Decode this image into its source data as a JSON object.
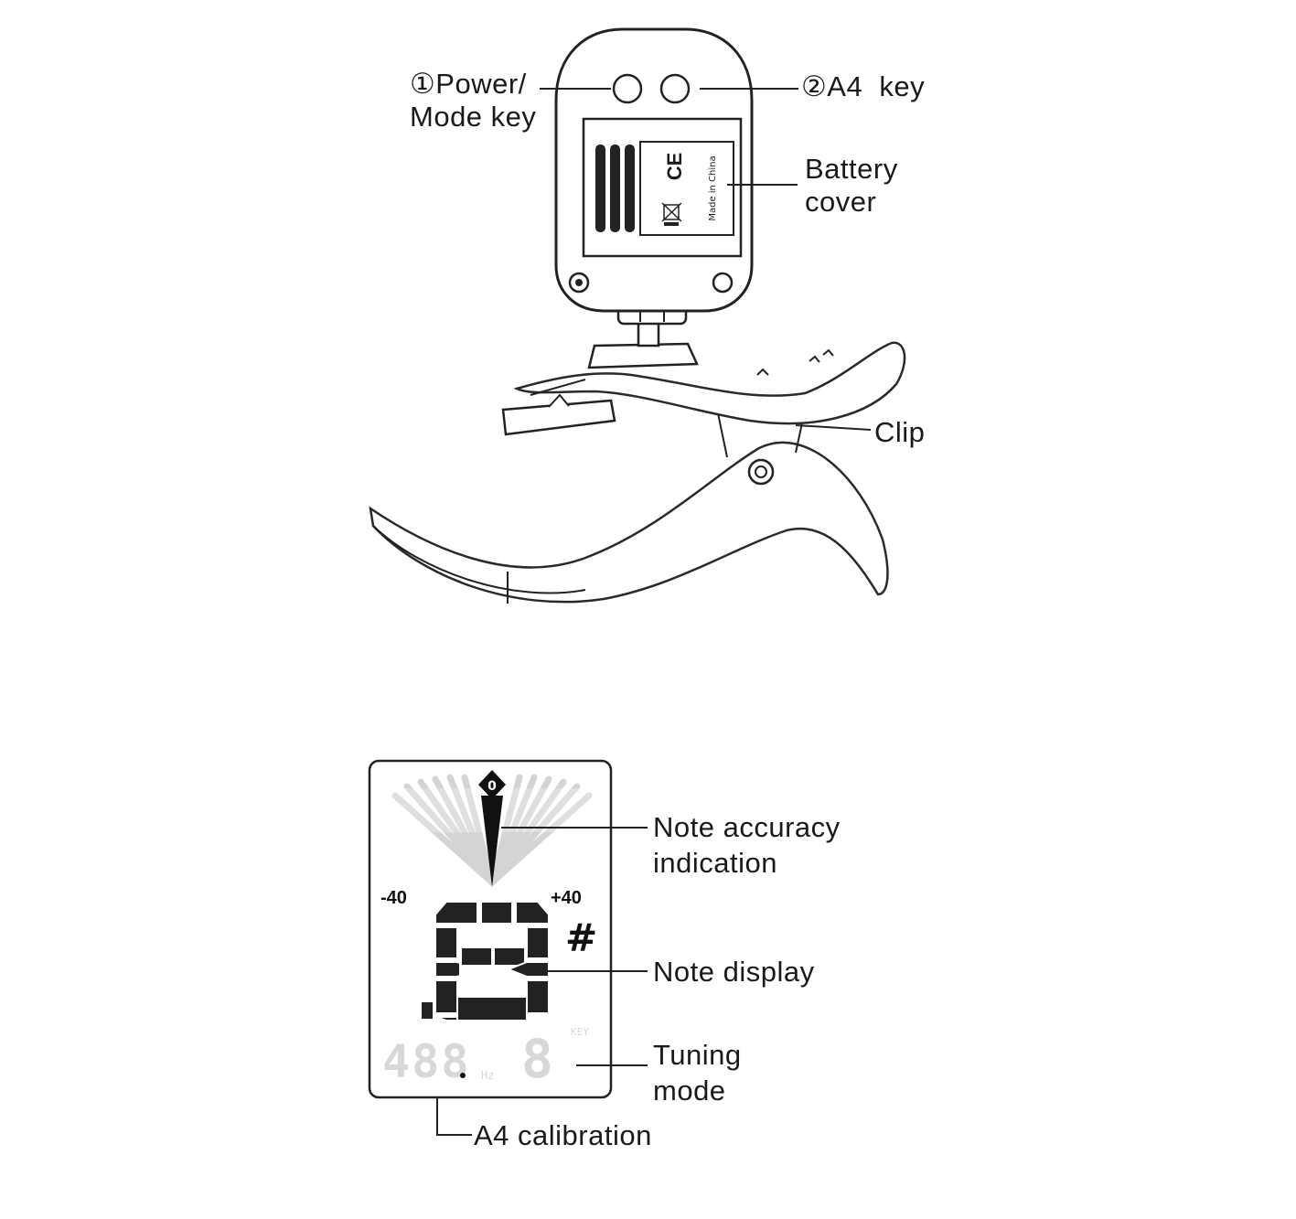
{
  "callouts": {
    "power_mode_line1": "①Power/",
    "power_mode_line2": "Mode key",
    "a4_key": "②A4  key",
    "battery_line1": "Battery",
    "battery_line2": "cover",
    "clip": "Clip",
    "note_accuracy_line1": "Note accuracy",
    "note_accuracy_line2": "indication",
    "note_display": "Note display",
    "tuning_line1": "Tuning",
    "tuning_line2": "mode",
    "a4_calibration": "A4 calibration"
  },
  "device_markings": {
    "ce_mark": "CE",
    "made_in": "Made in China"
  },
  "lcd": {
    "center_marker": "0",
    "scale_min": "-40",
    "scale_max": "+40",
    "sharp": "#",
    "calibration_digits": "488",
    "hz_unit": "Hz",
    "mode_digit": "8",
    "key_label": "KEY"
  }
}
